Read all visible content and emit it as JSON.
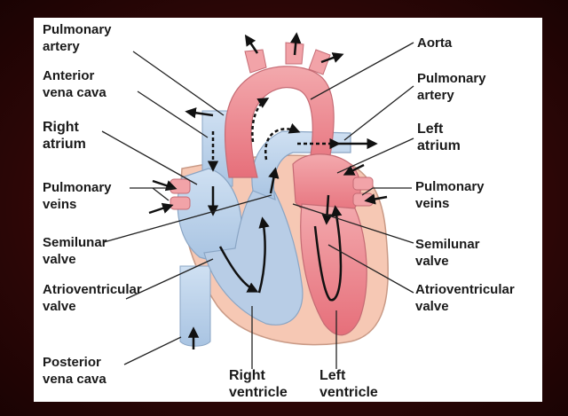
{
  "labels": {
    "pulmonary_artery_left": [
      "Pulmonary",
      "artery"
    ],
    "anterior_vena_cava": [
      "Anterior",
      "vena cava"
    ],
    "right_atrium": [
      "Right",
      "atrium"
    ],
    "pulmonary_veins_left": [
      "Pulmonary",
      "veins"
    ],
    "semilunar_valve_left": [
      "Semilunar",
      "valve"
    ],
    "atrioventricular_valve_left": [
      "Atrioventricular",
      "valve"
    ],
    "posterior_vena_cava": [
      "Posterior",
      "vena cava"
    ],
    "right_ventricle": [
      "Right",
      "ventricle"
    ],
    "left_ventricle": [
      "Left",
      "ventricle"
    ],
    "aorta": [
      "Aorta"
    ],
    "pulmonary_artery_right": [
      "Pulmonary",
      "artery"
    ],
    "left_atrium": [
      "Left",
      "atrium"
    ],
    "pulmonary_veins_right": [
      "Pulmonary",
      "veins"
    ],
    "semilunar_valve_right": [
      "Semilunar",
      "valve"
    ],
    "atrioventricular_valve_right": [
      "Atrioventricular",
      "valve"
    ]
  },
  "colors": {
    "background": "#3a0808",
    "deoxygenated_blue": "#bcd4ec",
    "oxygenated_red": "#ef9aa0",
    "muscle": "#f6c8b4"
  }
}
